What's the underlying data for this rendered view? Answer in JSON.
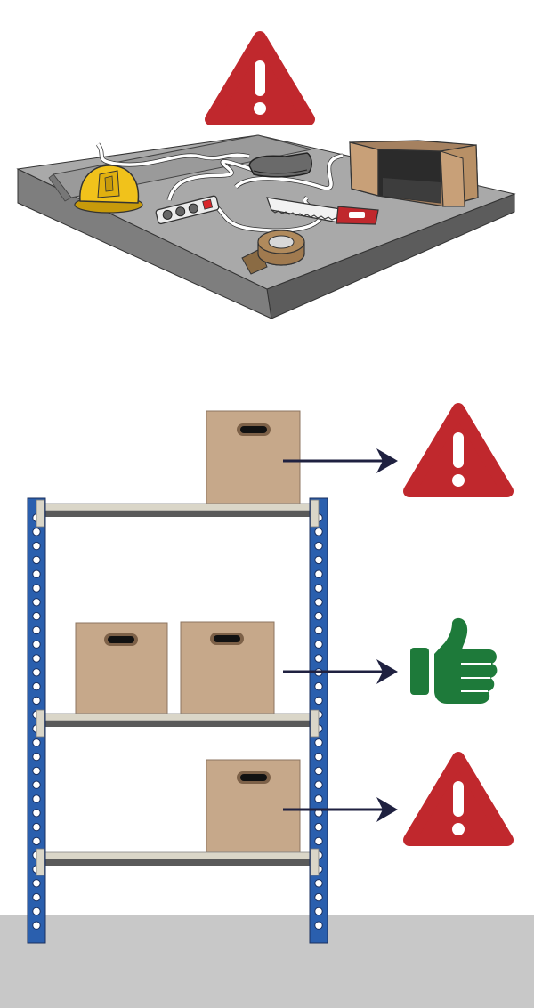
{
  "illustration": {
    "top_scene": {
      "description_icons": [
        "warning-icon",
        "hard-hat-icon",
        "power-strip-icon",
        "shoe-icon",
        "saw-icon",
        "tape-roll-icon",
        "cardboard-box-icon"
      ],
      "verdict": "warning"
    },
    "shelf_levels": [
      {
        "position": "top",
        "boxes": 1,
        "verdict": "warning",
        "icon": "warning-icon"
      },
      {
        "position": "middle",
        "boxes": 2,
        "verdict": "good",
        "icon": "thumbs-up-icon"
      },
      {
        "position": "bottom",
        "boxes": 1,
        "verdict": "warning",
        "icon": "warning-icon"
      }
    ]
  },
  "colors": {
    "warning_red": "#c0282d",
    "good_green": "#1e7a3a",
    "upright_blue": "#2a5fae",
    "box_tan": "#c6a88a",
    "floor_grey": "#c8c8c8",
    "platform_grey": "#a9a9a9",
    "arrow_navy": "#1f2140"
  }
}
